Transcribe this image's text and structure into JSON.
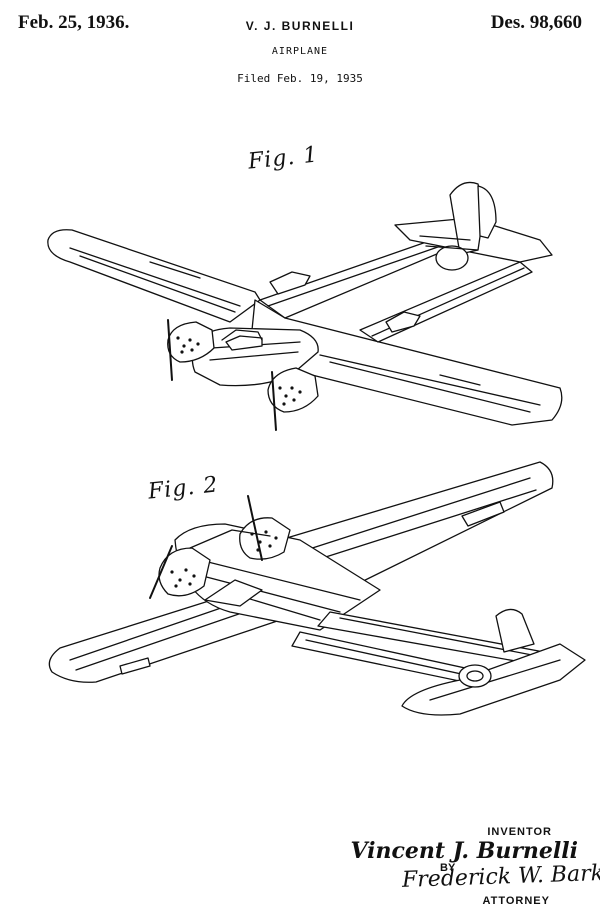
{
  "header": {
    "date": "Feb. 25, 1936.",
    "inventor_name": "V. J. BURNELLI",
    "patent_number": "Des. 98,660"
  },
  "title": "AIRPLANE",
  "filed": "Filed Feb. 19, 1935",
  "figures": [
    {
      "label": "Fig. 1"
    },
    {
      "label": "Fig. 2"
    }
  ],
  "signature_block": {
    "inventor_caption": "INVENTOR",
    "inventor_signature": "Vincent J. Burnelli",
    "by_caption": "BY",
    "attorney_signature": "Frederick W. Barker",
    "attorney_caption": "ATTORNEY"
  },
  "colors": {
    "ink": "#111111",
    "paper": "#ffffff"
  }
}
